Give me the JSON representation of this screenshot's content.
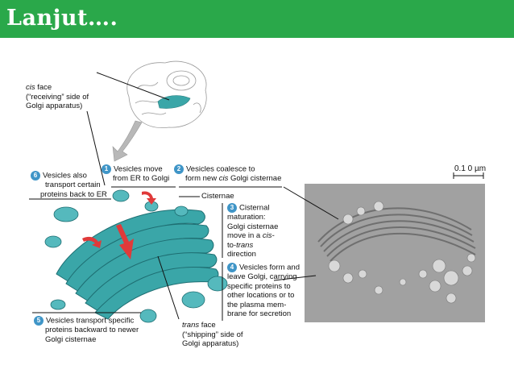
{
  "slide": {
    "title": "Lanjut….",
    "colors": {
      "banner": "#2aa84a",
      "badge": "#3f95c7",
      "golgi": "#3aa6a8",
      "arrow": "#e03a3a"
    }
  },
  "labels": {
    "cis_face": {
      "term": "cis",
      "rest": " face",
      "line2": "(“receiving” side of",
      "line3": "Golgi apparatus)"
    },
    "trans_face": {
      "term": "trans",
      "rest": " face",
      "line2": "(“shipping” side of",
      "line3": "Golgi apparatus)"
    },
    "cisternae": "Cisternae",
    "scale_bar": "0.1 0 µm"
  },
  "steps": [
    {
      "num": "1",
      "lines": [
        "Vesicles move",
        "from ER to Golgi"
      ]
    },
    {
      "num": "2",
      "lines": [
        "Vesicles coalesce to",
        "form new "
      ],
      "italic": "cis",
      "tail": " Golgi cisternae"
    },
    {
      "num": "3",
      "lines": [
        "Cisternal",
        "maturation:",
        "Golgi cisternae",
        "move in a ",
        "to-",
        " direction"
      ],
      "italic1": "cis-",
      "italic2": "trans"
    },
    {
      "num": "4",
      "lines": [
        "Vesicles form and",
        "leave Golgi, carrying",
        "specific proteins to",
        "other locations or to",
        "the plasma mem-",
        "brane for secretion"
      ]
    },
    {
      "num": "5",
      "lines": [
        "Vesicles transport specific",
        "proteins backward to newer",
        "Golgi cisternae"
      ]
    },
    {
      "num": "6",
      "lines": [
        "Vesicles also",
        "transport certain",
        "proteins back to ER"
      ]
    }
  ]
}
